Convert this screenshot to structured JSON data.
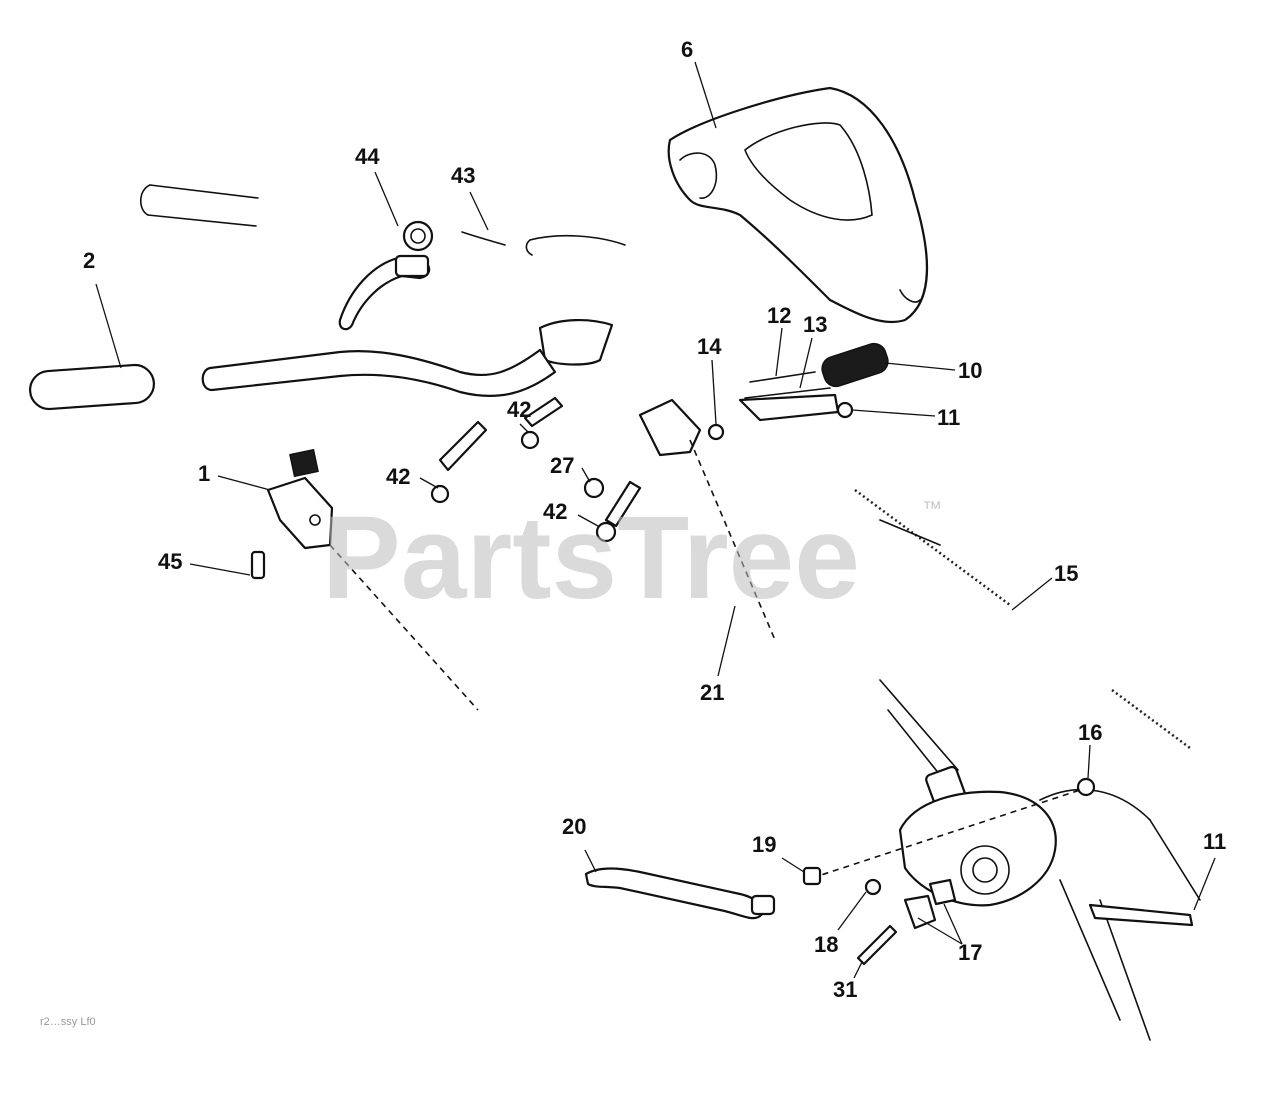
{
  "watermark": {
    "brand": "PartsTree",
    "trademark": "™"
  },
  "footer_code": "r2…ssy Lf0",
  "callouts": [
    {
      "id": "c6",
      "text": "6"
    },
    {
      "id": "c44",
      "text": "44"
    },
    {
      "id": "c43",
      "text": "43"
    },
    {
      "id": "c2",
      "text": "2"
    },
    {
      "id": "c12",
      "text": "12"
    },
    {
      "id": "c13",
      "text": "13"
    },
    {
      "id": "c10",
      "text": "10"
    },
    {
      "id": "c14",
      "text": "14"
    },
    {
      "id": "c11a",
      "text": "11"
    },
    {
      "id": "c42a",
      "text": "42"
    },
    {
      "id": "c1",
      "text": "1"
    },
    {
      "id": "c42b",
      "text": "42"
    },
    {
      "id": "c27",
      "text": "27"
    },
    {
      "id": "c42c",
      "text": "42"
    },
    {
      "id": "c45",
      "text": "45"
    },
    {
      "id": "c15",
      "text": "15"
    },
    {
      "id": "c21",
      "text": "21"
    },
    {
      "id": "c16",
      "text": "16"
    },
    {
      "id": "c20",
      "text": "20"
    },
    {
      "id": "c19",
      "text": "19"
    },
    {
      "id": "c11b",
      "text": "11"
    },
    {
      "id": "c18",
      "text": "18"
    },
    {
      "id": "c17",
      "text": "17"
    },
    {
      "id": "c31",
      "text": "31"
    }
  ]
}
